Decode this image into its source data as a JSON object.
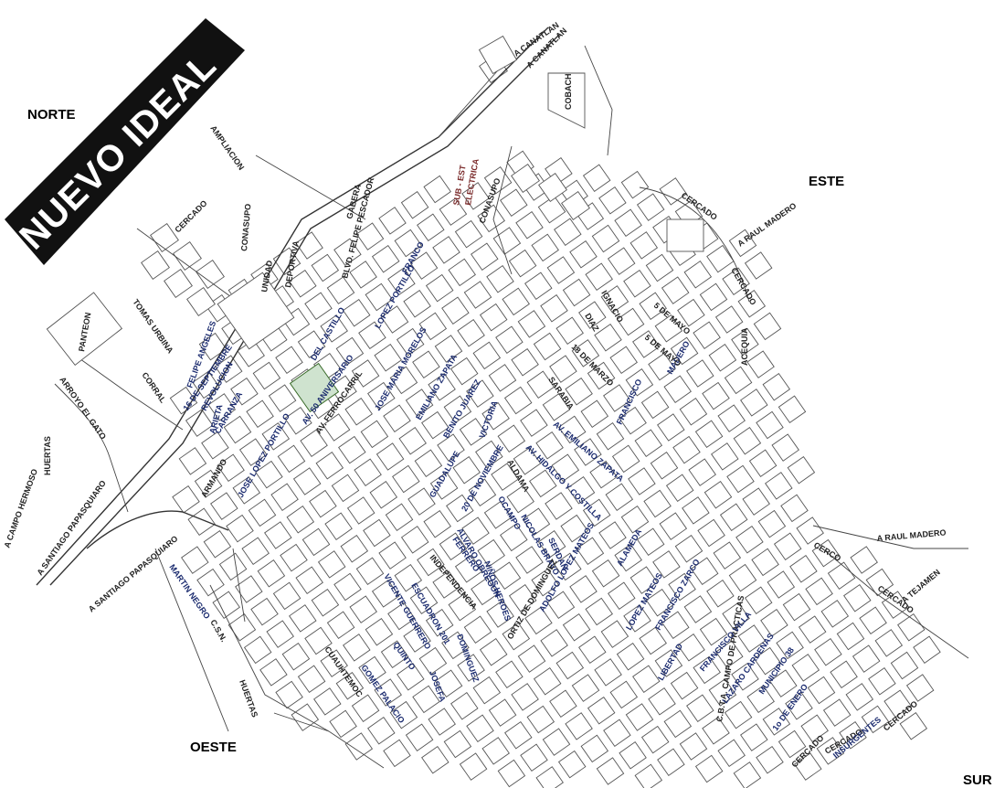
{
  "title": "NUEVO IDEAL",
  "compass": {
    "north": "NORTE",
    "east": "ESTE",
    "west": "OESTE",
    "south": "SUR"
  },
  "roads": {
    "canatlan_1": "A CANATLAN",
    "canatlan_2": "A CANATLAN",
    "raul_madero_1": "A RAUL MADERO",
    "raul_madero_2": "A RAUL MADERO",
    "tejamen": "A TEJAMEN",
    "santiago_1": "A SANTIAGO PAPASQUIARO",
    "santiago_2": "A SANTIAGO PAPASQUIARO",
    "campo_hermoso": "A CAMPO HERMOSO",
    "arroyo": "ARROYO EL GATO"
  },
  "places": {
    "cobach": "COBACH",
    "sub_est": "SUB - EST",
    "electrica": "ELECTRICA",
    "conasupo_1": "CONASUPO",
    "conasupo_2": "CONASUPO",
    "panteon": "PANTEON",
    "unidad": "UNIDAD",
    "deportiva": "DEPORTIVA",
    "huertas_1": "HUERTAS",
    "huertas_2": "HUERTAS",
    "acequia": "ACEQUIA",
    "campo_practicas": "C.B.T.A. CAMPO DE PRACTICAS",
    "cn": "C.S.N."
  },
  "fences": {
    "c1": "CERCADO",
    "c2": "CERCADO",
    "c3": "CERCADO",
    "c4": "CERCADO",
    "c5": "CERCADO",
    "c6": "CERCADO",
    "c7": "CERCO"
  },
  "streets": {
    "felipe_pescador": "BLVD. FELIPE PESCADOR",
    "ampliacion": "AMPLIACION",
    "gabera": "GABERA",
    "tomas_urbina": "TOMAS URBINA",
    "corral": "CORRAL",
    "felipe_angeles": "FELIPE ANGELES",
    "sept16": "16 DE SEPTIEMBRE",
    "revolucion": "REVOLUCION",
    "carranza": "CARRANZA",
    "arieta": "ARIETA",
    "armando": "ARMANDO",
    "jose_lopez_portillo": "JOSE LOPEZ PORTILLO",
    "castillo": "DEL CASTILLO",
    "av_aniversario": "AV. 50 ANIVERSARIO",
    "av_ferrocarril": "AV. FERROCARRIL",
    "lopez_portillo": "LOPEZ PORTILLO",
    "franco": "FRANCO",
    "jose_maria_morelos": "JOSE MARIA MORELOS",
    "emiliano_zapata": "EMILIANO ZAPATA",
    "benito_juarez": "BENITO JUAREZ",
    "victoria": "VICTORIA",
    "guadalupe": "GUADALUPE",
    "nov20": "20 DE NOVIEMBRE",
    "aldama": "ALDAMA",
    "hidalgo": "AV. HIDALGO Y COSTILLA",
    "madero": "MADERO",
    "francisco": "FRANCISCO",
    "sarabia": "SARABIA",
    "av_emiliano_zapata": "AV. EMILIANO ZAPATA",
    "mayo5": "5 DE MAYO",
    "mayo5b": "5 DE MAYO",
    "marzo18": "18 DE MARZO",
    "diaz": "DIAZ",
    "ignacio": "IGNACIO",
    "ocampo": "OCAMPO",
    "alvaro": "ALVARO OBREGON",
    "nicolas_bravo": "NICOLAS BRAVO",
    "serdan": "SERDAN",
    "ferrero": "FERRERO",
    "independencia": "INDEPENDENCIA",
    "vicente_guerrero": "VICENTE GUERRERO",
    "escuadron": "ESCUADRON 201",
    "ninos_heroes": "NIÑOS HEROES",
    "dominguez": "DOMINGUEZ",
    "ortiz": "ORTIZ DE DOMINGUEZ",
    "josefa": "JOSEFA",
    "adolfo_lopez": "ADOLFO LOPEZ MATEOS",
    "lopez_mateos": "LOPEZ MATEOS",
    "alameda": "ALAMEDA",
    "zarco": "FRANCISCO ZARCO",
    "libertad": "LIBERTAD",
    "villa": "FRANCISCO VILLA",
    "lazaro": "LAZARO CARDENAS",
    "municipio": "MUNICIPIO 38",
    "enero": "1o DE ENERO",
    "insurgentes": "INSURGENTES",
    "gomez": "GOMEZ PALACIO",
    "cuauhtemoc": "CUAUHTEMOC",
    "martin": "MARTIN NEGRO",
    "quinto": "QUINTO",
    "cercado_s": "CERCADO"
  }
}
